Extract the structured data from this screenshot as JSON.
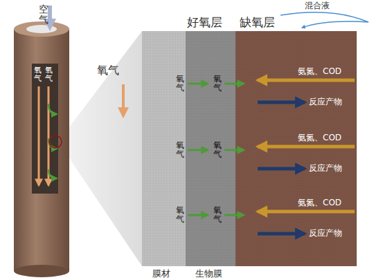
{
  "diagram": {
    "labels": [
      "空气",
      "氧气",
      "氧气",
      "氧气",
      "好氧层",
      "缺氧层",
      "混合液",
      "氧气",
      "氧气",
      "氧气",
      "氧气",
      "氧气",
      "氧气",
      "氨氮、COD",
      "反应产物",
      "氨氮、COD",
      "反应产物",
      "氨氮、COD",
      "反应产物",
      "膜材",
      "生物膜"
    ]
  }
}
